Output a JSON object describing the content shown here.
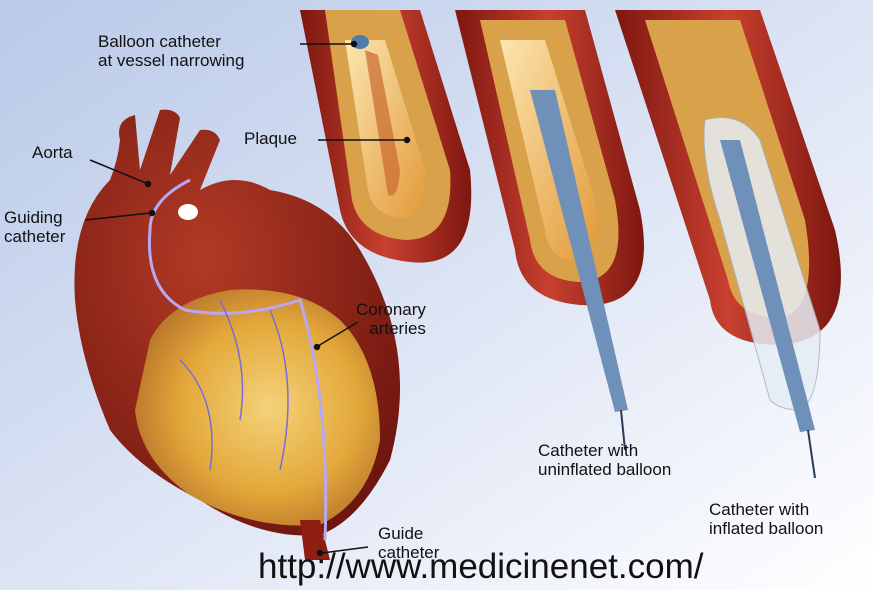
{
  "labels": {
    "balloon_line1": "Balloon catheter",
    "balloon_line2": "at vessel narrowing",
    "aorta": "Aorta",
    "plaque": "Plaque",
    "guiding_line1": "Guiding",
    "guiding_line2": "catheter",
    "coronary_line1": "Coronary",
    "coronary_line2": "arteries",
    "uninflated_line1": "Catheter with",
    "uninflated_line2": "uninflated balloon",
    "inflated_line1": "Catheter with",
    "inflated_line2": "inflated balloon",
    "guide_line1": "Guide",
    "guide_line2": "catheter"
  },
  "source_url": "http://www.medicinenet.com/",
  "colors": {
    "background_top": "#c9d6ee",
    "background_bottom": "#ffffff",
    "artery_wall": "#a3231a",
    "heart_muscle": "#8e1d14",
    "fat": "#e8b53c",
    "plaque": "#f3cf7a",
    "catheter": "#5d7fa8"
  }
}
